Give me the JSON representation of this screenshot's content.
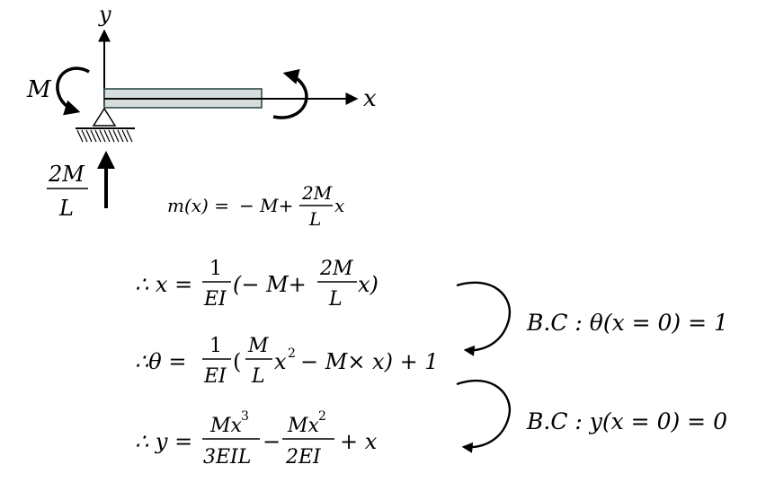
{
  "diagram": {
    "axis_y_label": "y",
    "axis_x_label": "x",
    "moment_label": "M",
    "reaction": {
      "numerator": "2M",
      "denominator": "L"
    }
  },
  "moment_eq": {
    "lhs": "m(x) =",
    "term1": "− M+",
    "frac_num": "2M",
    "frac_den": "L",
    "tail": "x"
  },
  "eq1": {
    "lhs": "∴ x =",
    "frac_num": "1",
    "frac_den": "EI",
    "mid": "(− M+",
    "frac2_num": "2M",
    "frac2_den": "L",
    "tail": "x)"
  },
  "eq2": {
    "lhs": "∴θ =",
    "frac_num": "1",
    "frac_den": "EI",
    "open": "(",
    "frac2_num": "M",
    "frac2_den": "L",
    "x_base": "x",
    "x_exp": "2",
    "rest": "− M× x) + 1"
  },
  "eq3": {
    "lhs": "∴ y =",
    "frac_num_base": "Mx",
    "frac_num_exp": "3",
    "frac_den": "3EIL",
    "minus": "−",
    "frac2_num_base": "Mx",
    "frac2_num_exp": "2",
    "frac2_den": "2EI",
    "tail": "+ x"
  },
  "bc1": {
    "text": "B.C : θ(x = 0) = 1"
  },
  "bc2": {
    "text": "B.C : y(x = 0) = 0"
  }
}
